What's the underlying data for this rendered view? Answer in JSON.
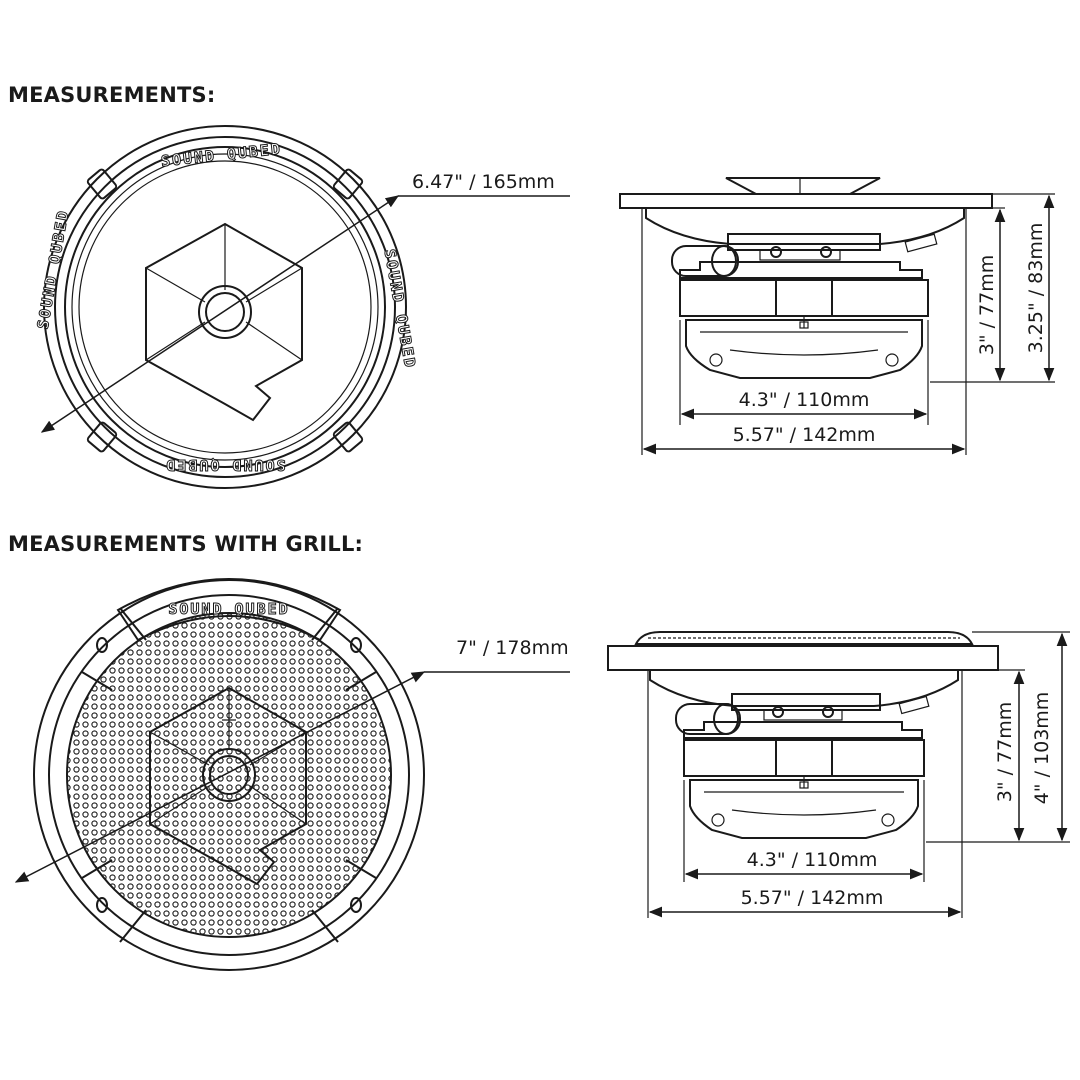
{
  "sections": {
    "measurements": {
      "heading": "MEASUREMENTS:",
      "front_diameter": "6.47\" / 165mm",
      "side_inner_width": "4.3\"  /  110mm",
      "side_outer_width": "5.57\" / 142mm",
      "side_mount_depth": "3\" / 77mm",
      "side_total_depth": "3.25\" / 83mm"
    },
    "measurements_with_grill": {
      "heading": "MEASUREMENTS WITH GRILL:",
      "front_diameter": "7\" / 178mm",
      "side_inner_width": "4.3\"  /  110mm",
      "side_outer_width": "5.57\" / 142mm",
      "side_mount_depth": "3\" / 77mm",
      "side_total_depth": "4\" / 103mm"
    }
  },
  "brand": {
    "name": "SOUND QUBED"
  },
  "icons": [
    "speaker-front-view",
    "speaker-side-view",
    "grill-front-view",
    "grill-side-view",
    "dimension-arrow"
  ]
}
